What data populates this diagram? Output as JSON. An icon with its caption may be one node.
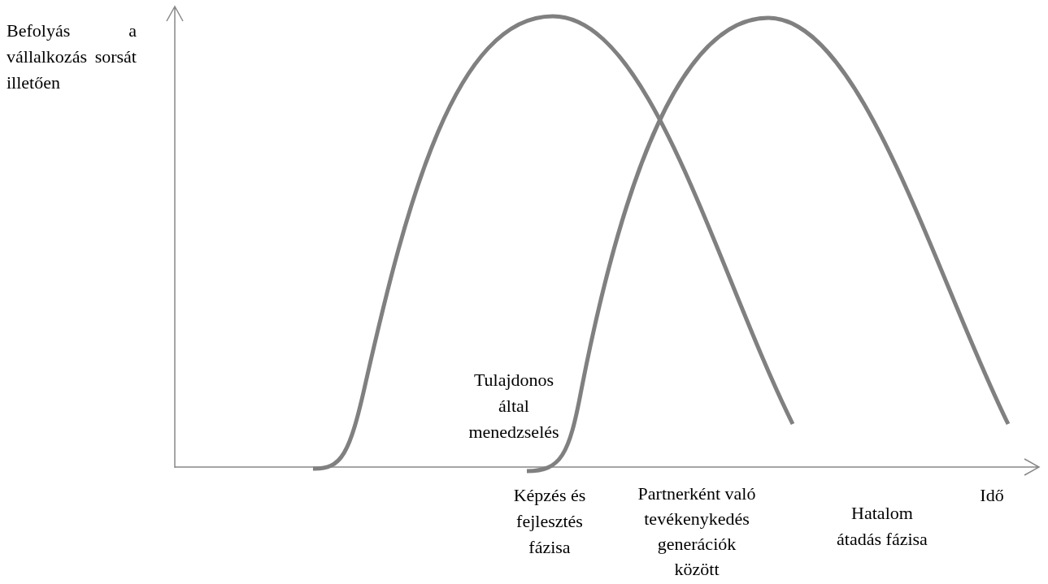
{
  "diagram": {
    "labels": [
      "Befolyás a vállalkozás sorsát illetően",
      "Tulajdonos által menedzselés",
      "Képzés és fejlesztés fázisa",
      "Partnerként való tevékenykedés generációk között",
      "Hatalom átadás fázisa",
      "Idő"
    ]
  }
}
